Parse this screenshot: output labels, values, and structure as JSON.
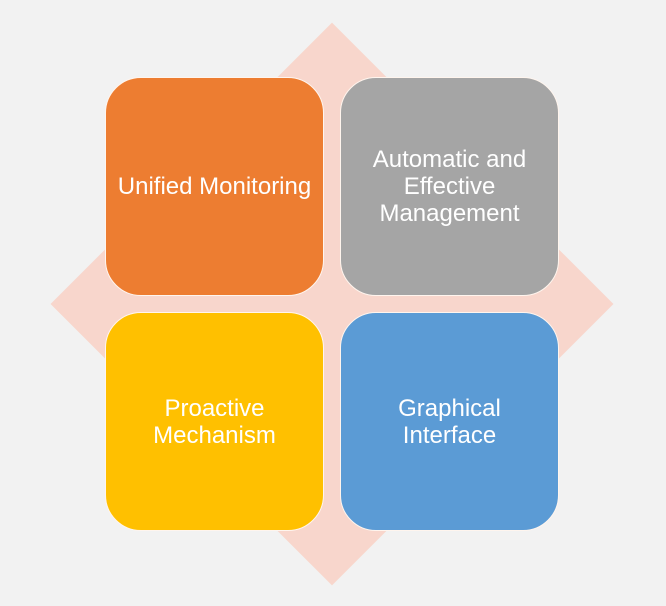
{
  "quadrants": [
    {
      "label": "Unified Monitoring",
      "color": "#ed7d31"
    },
    {
      "label": "Automatic and Effective Management",
      "color": "#a5a5a5"
    },
    {
      "label": "Proactive Mechanism",
      "color": "#ffc000"
    },
    {
      "label": "Graphical Interface",
      "color": "#5b9bd5"
    }
  ],
  "background_diamond_color": "#f8d6cc"
}
